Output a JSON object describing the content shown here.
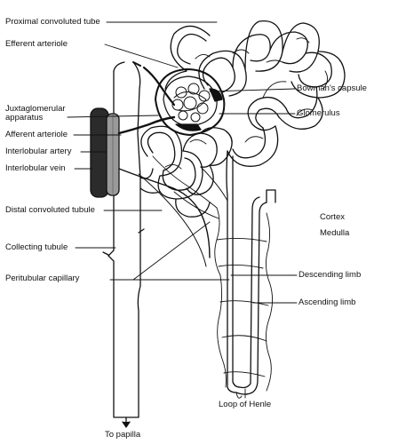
{
  "labels": {
    "proximal_convoluted_tube": "Proximal convoluted tube",
    "efferent_arteriole": "Efferent arteriole",
    "juxtaglomerular_line1": "Juxtaglomerular",
    "juxtaglomerular_line2": "apparatus",
    "afferent_arteriole": "Afferent arteriole",
    "interlobular_artery": "Interlobular artery",
    "interlobular_vein": "Interlobular vein",
    "distal_convoluted_tubule": "Distal convoluted tubule",
    "collecting_tubule": "Collecting tubule",
    "peritubular_capillary": "Peritubular capillary",
    "bowmans_capsule": "Bowman's capsule",
    "glomerulus": "Glomerulus",
    "cortex": "Cortex",
    "medulla": "Medulla",
    "descending_limb": "Descending limb",
    "ascending_limb": "Ascending limb",
    "loop_of_henle": "Loop of Henle",
    "to_papilla": "To papilla"
  }
}
